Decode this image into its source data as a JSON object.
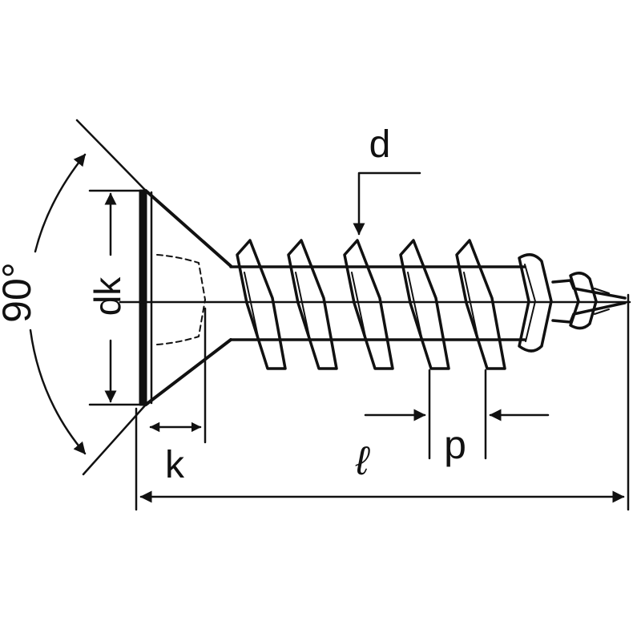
{
  "diagram": {
    "labels": {
      "angle": "90°",
      "head_diameter": "dk",
      "thread_diameter": "d",
      "head_height": "k",
      "length": "ℓ",
      "pitch": "p"
    },
    "colors": {
      "line": "#111111",
      "background": "#ffffff"
    }
  }
}
